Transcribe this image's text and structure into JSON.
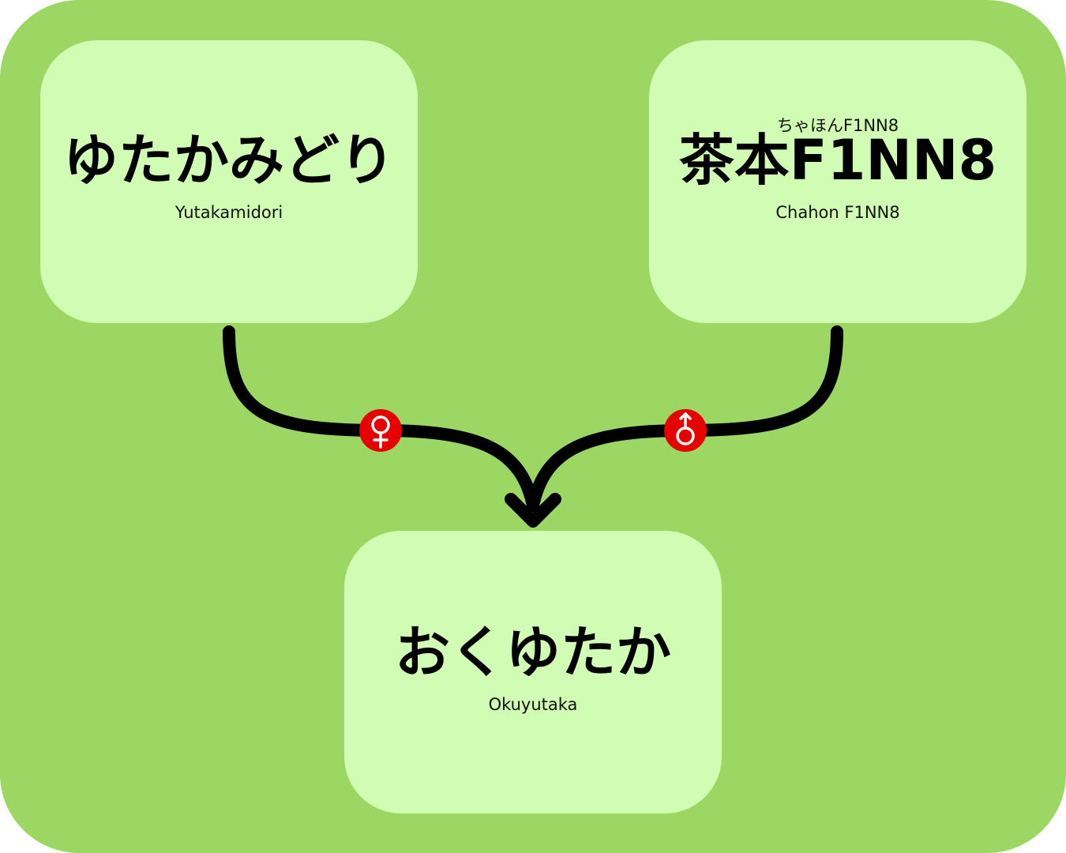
{
  "colors": {
    "background": "#9dd763",
    "node_fill": "#d1fcb4",
    "connector": "#000000",
    "badge": "#e60000"
  },
  "parents": {
    "female": {
      "name_jp": "ゆたかみどり",
      "name_romaji": "Yutakamidori",
      "symbol": "♀"
    },
    "male": {
      "name_ruby": "ちゃほんF1NN8",
      "name_jp": "茶本F1NN8",
      "name_romaji": "Chahon F1NN8",
      "symbol": "♂"
    }
  },
  "offspring": {
    "name_jp": "おくゆたか",
    "name_romaji": "Okuyutaka"
  }
}
